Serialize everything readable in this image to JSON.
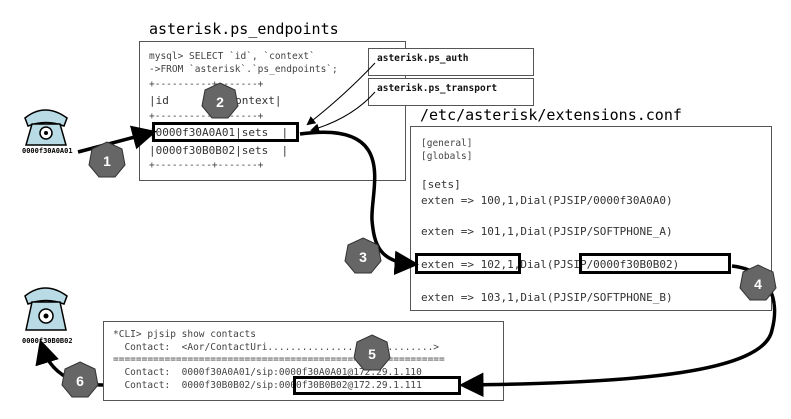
{
  "endpoints": {
    "title": "asterisk.ps_endpoints",
    "lines": [
      "mysql> SELECT `id`, `context`",
      "->FROM `asterisk`.`ps_endpoints`;",
      "+----------+-------+",
      "|id        |context|",
      "+----------+-------+",
      "|0000f30A0A01|sets  |",
      "|0000f30B0B02|sets  |",
      "+----------+-------+"
    ]
  },
  "callouts": {
    "auth": "asterisk.ps_auth",
    "transport": "asterisk.ps_transport"
  },
  "extensions": {
    "title": "/etc/asterisk/extensions.conf",
    "general": "[general]",
    "globals": "[globals]",
    "sets": "[sets]",
    "lines": [
      "exten => 100,1,Dial(PJSIP/0000f30A0A0)",
      "exten => 101,1,Dial(PJSIP/SOFTPHONE_A)",
      "exten => 102,1,Dial(PJSIP/0000f30B0B02)",
      "exten => 103,1,Dial(PJSIP/SOFTPHONE_B)"
    ]
  },
  "cli": {
    "lines": [
      "*CLI> pjsip show contacts",
      "  Contact:  <Aor/ContactUri.............................>",
      "==========================================================",
      "  Contact:  0000f30A0A01/sip:0000f30A0A01@172.29.1.110",
      "  Contact:  0000f30B0B02/sip:0000f30B0B02@172.29.1.111"
    ]
  },
  "phones": {
    "a": "0000f30A0A01",
    "b": "0000f30B0B02"
  },
  "steps": [
    "1",
    "2",
    "3",
    "4",
    "5",
    "6"
  ]
}
